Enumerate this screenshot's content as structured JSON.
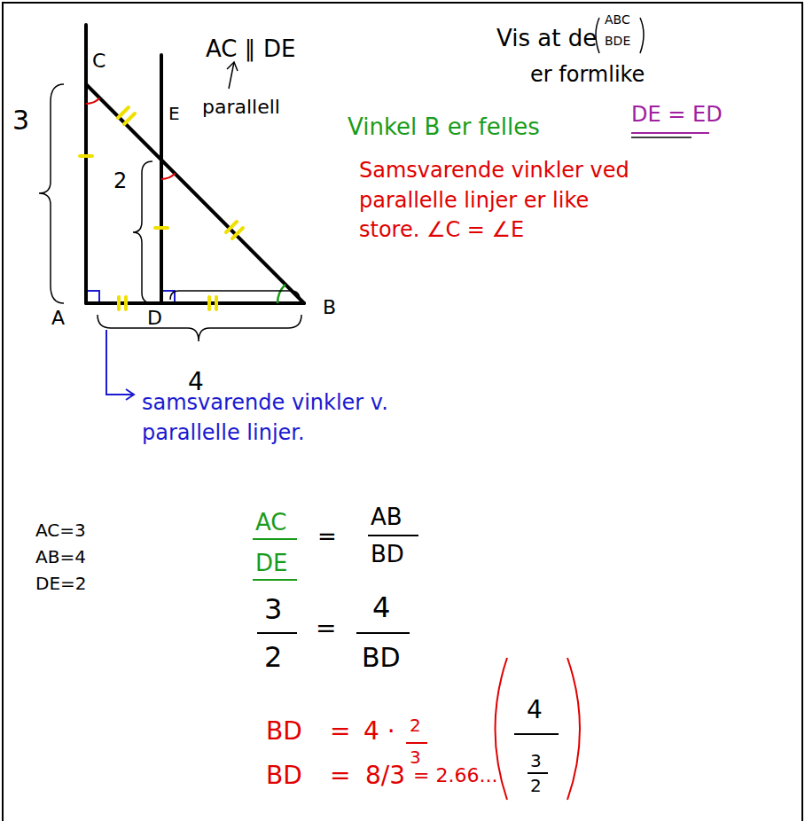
{
  "diagram": {
    "labels": [
      "AC ∥ DE",
      "parallell",
      "Vis at de",
      "ABC",
      "BDE",
      "er formlike",
      "C",
      "E",
      "A",
      "D",
      "B",
      "3",
      "2",
      "4",
      "DE = ED",
      "Vinkel B er felles",
      "Samsvarende vinkler ved parallelle linjer er like store. ∠C = ∠E",
      "samsvarende vinkler v. parallelle linjer.",
      "AC=3",
      "AB=4",
      "DE=2",
      "AC",
      "=",
      "AB",
      "DE",
      "BD",
      "3",
      "=",
      "4",
      "2",
      "BD",
      "BD",
      "=",
      "4 ·",
      "2",
      "3",
      "BD",
      "=",
      "8/3",
      "= 2.66...",
      "4",
      "3",
      "2"
    ]
  }
}
